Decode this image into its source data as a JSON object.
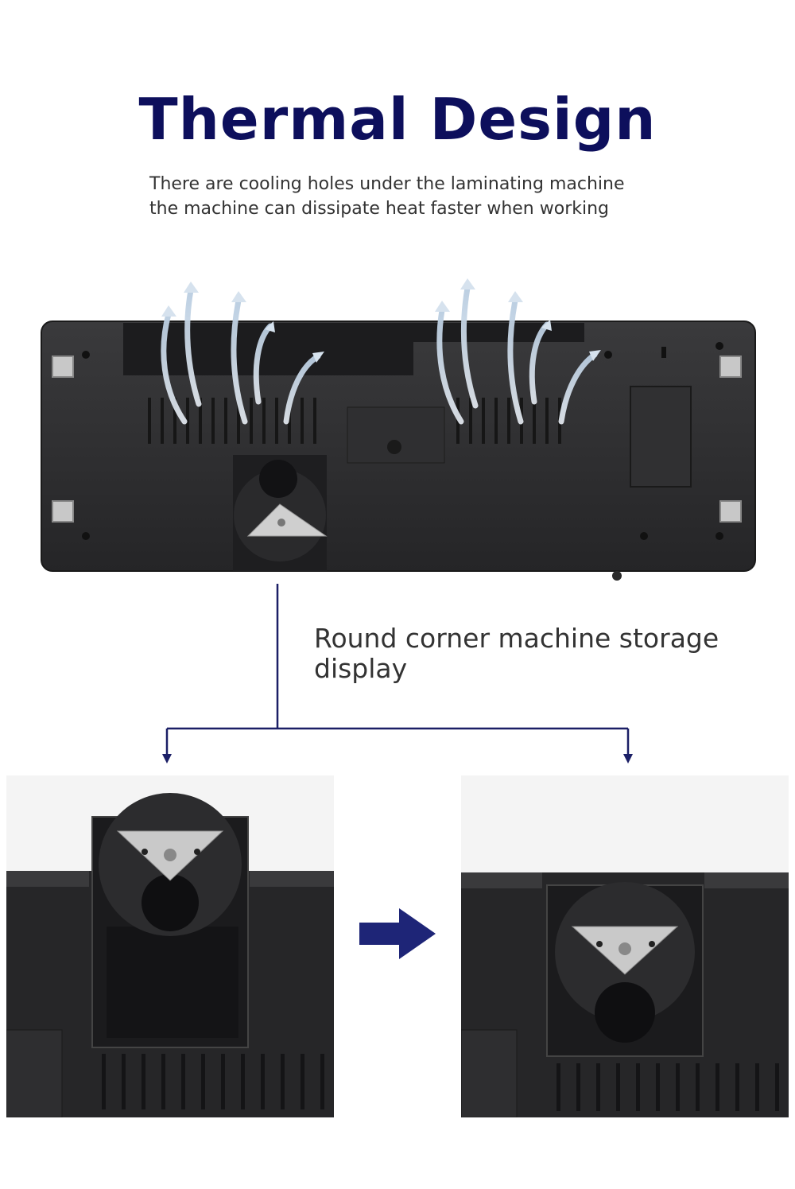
{
  "header": {
    "title": "Thermal Design",
    "description": [
      "There are cooling holes under the laminating machine",
      "the machine can dissipate heat faster when working"
    ]
  },
  "storage": {
    "subtitle_line1": "Round corner machine storage",
    "subtitle_line2": "display"
  },
  "colors": {
    "title": "#0d0f5c",
    "connector": "#1b1f66",
    "arrow": "#1e2577",
    "machine_body": "#2b2b2d",
    "text": "#333333"
  },
  "icons": [
    "airflow-arrow-icon",
    "right-arrow-icon",
    "down-arrow-icon"
  ]
}
